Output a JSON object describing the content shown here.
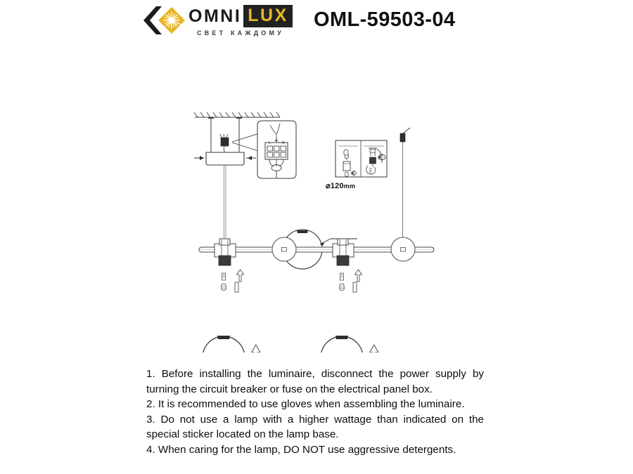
{
  "brand": {
    "name_part1": "OMNI",
    "name_part2": "LUX",
    "tagline": "СВЕТ КАЖДОМУ",
    "logo_icon": "omnilux-diamond-sunburst-logo",
    "colors": {
      "gold": "#e8b624",
      "dark": "#222222",
      "text": "#1b1b1b"
    }
  },
  "model": {
    "code": "OML-59503-04"
  },
  "diagram": {
    "dimension_label": "⌀120",
    "dimension_unit": "mm",
    "ceiling_detail": {
      "name": "ceiling-mount-canopy",
      "terminal_markings": [
        "L",
        "⏚",
        "N"
      ]
    },
    "bulb_detail": {
      "name": "bulb-installation-detail"
    },
    "globe_count": 4,
    "bracket_count": 2
  },
  "instructions": {
    "items": [
      "1. Before installing the luminaire, disconnect the power supply by turning the circuit breaker or fuse on the electrical panel box.",
      "2. It is recommended to use gloves when assembling the luminaire.",
      "3. Do not use a lamp with a higher wattage than indicated on the special sticker located on the lamp base.",
      "4. When caring for the lamp, DO NOT use aggressive detergents."
    ]
  }
}
